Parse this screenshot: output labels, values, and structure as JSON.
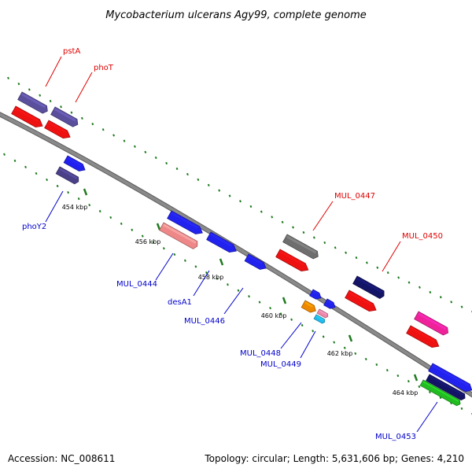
{
  "title": "Mycobacterium ulcerans Agy99, complete genome",
  "footer": {
    "accession": "Accession: NC_008611",
    "summary": "Topology: circular; Length: 5,631,606 bp; Genes: 4,210"
  },
  "colors": {
    "backbone": "#8a8a8a",
    "tick": "#1f7a1f",
    "forward_label": "#e00000",
    "reverse_label": "#0000cc"
  },
  "ticks": [
    {
      "label": "454 kbp"
    },
    {
      "label": "456 kbp"
    },
    {
      "label": "458 kbp"
    },
    {
      "label": "460 kbp"
    },
    {
      "label": "462 kbp"
    },
    {
      "label": "464 kbp"
    }
  ],
  "features": [
    {
      "id": "pstA",
      "strand": "forward",
      "color": "#5a4f9c"
    },
    {
      "id": "pstA-cds",
      "strand": "forward",
      "color": "#ee1111"
    },
    {
      "id": "phoT",
      "strand": "forward",
      "color": "#5a4f9c"
    },
    {
      "id": "phoT-cds",
      "strand": "forward",
      "color": "#ee1111"
    },
    {
      "id": "phoY2-a",
      "strand": "reverse",
      "color": "#2020ee"
    },
    {
      "id": "phoY2",
      "strand": "reverse",
      "color": "#4a4088"
    },
    {
      "id": "MUL_0444-a",
      "strand": "reverse",
      "color": "#2222ee"
    },
    {
      "id": "MUL_0444",
      "strand": "reverse",
      "color": "#ee8888"
    },
    {
      "id": "MUL_0446",
      "strand": "reverse",
      "color": "#2222ee"
    },
    {
      "id": "desA1",
      "strand": "reverse",
      "color": "#2222ee"
    },
    {
      "id": "MUL_0447",
      "strand": "forward",
      "color": "#6e6e6e"
    },
    {
      "id": "MUL_0447-cds",
      "strand": "forward",
      "color": "#ee1111"
    },
    {
      "id": "MUL_0448-a",
      "strand": "reverse",
      "color": "#2222ee"
    },
    {
      "id": "MUL_0448-b",
      "strand": "reverse",
      "color": "#2222ee"
    },
    {
      "id": "MUL_0448",
      "strand": "reverse",
      "color": "#ee8800"
    },
    {
      "id": "MUL_0449-a",
      "strand": "reverse",
      "color": "#ee88aa"
    },
    {
      "id": "MUL_0449",
      "strand": "reverse",
      "color": "#22bbee"
    },
    {
      "id": "MUL_0450",
      "strand": "forward",
      "color": "#141466"
    },
    {
      "id": "MUL_0450-cds",
      "strand": "forward",
      "color": "#ee1111"
    },
    {
      "id": "MUL_0451",
      "strand": "forward",
      "color": "#ee2299"
    },
    {
      "id": "MUL_0451-cds",
      "strand": "forward",
      "color": "#ee1111"
    },
    {
      "id": "MUL_0453-a",
      "strand": "reverse",
      "color": "#2222ee"
    },
    {
      "id": "MUL_0453-b",
      "strand": "reverse",
      "color": "#141466"
    },
    {
      "id": "MUL_0453",
      "strand": "reverse",
      "color": "#22bb22"
    }
  ],
  "labels": [
    {
      "text": "pstA",
      "strand": "forward"
    },
    {
      "text": "phoT",
      "strand": "forward"
    },
    {
      "text": "MUL_0447",
      "strand": "forward"
    },
    {
      "text": "MUL_0450",
      "strand": "forward"
    },
    {
      "text": "phoY2",
      "strand": "reverse"
    },
    {
      "text": "MUL_0444",
      "strand": "reverse"
    },
    {
      "text": "desA1",
      "strand": "reverse"
    },
    {
      "text": "MUL_0446",
      "strand": "reverse"
    },
    {
      "text": "MUL_0448",
      "strand": "reverse"
    },
    {
      "text": "MUL_0449",
      "strand": "reverse"
    },
    {
      "text": "MUL_0453",
      "strand": "reverse"
    }
  ]
}
